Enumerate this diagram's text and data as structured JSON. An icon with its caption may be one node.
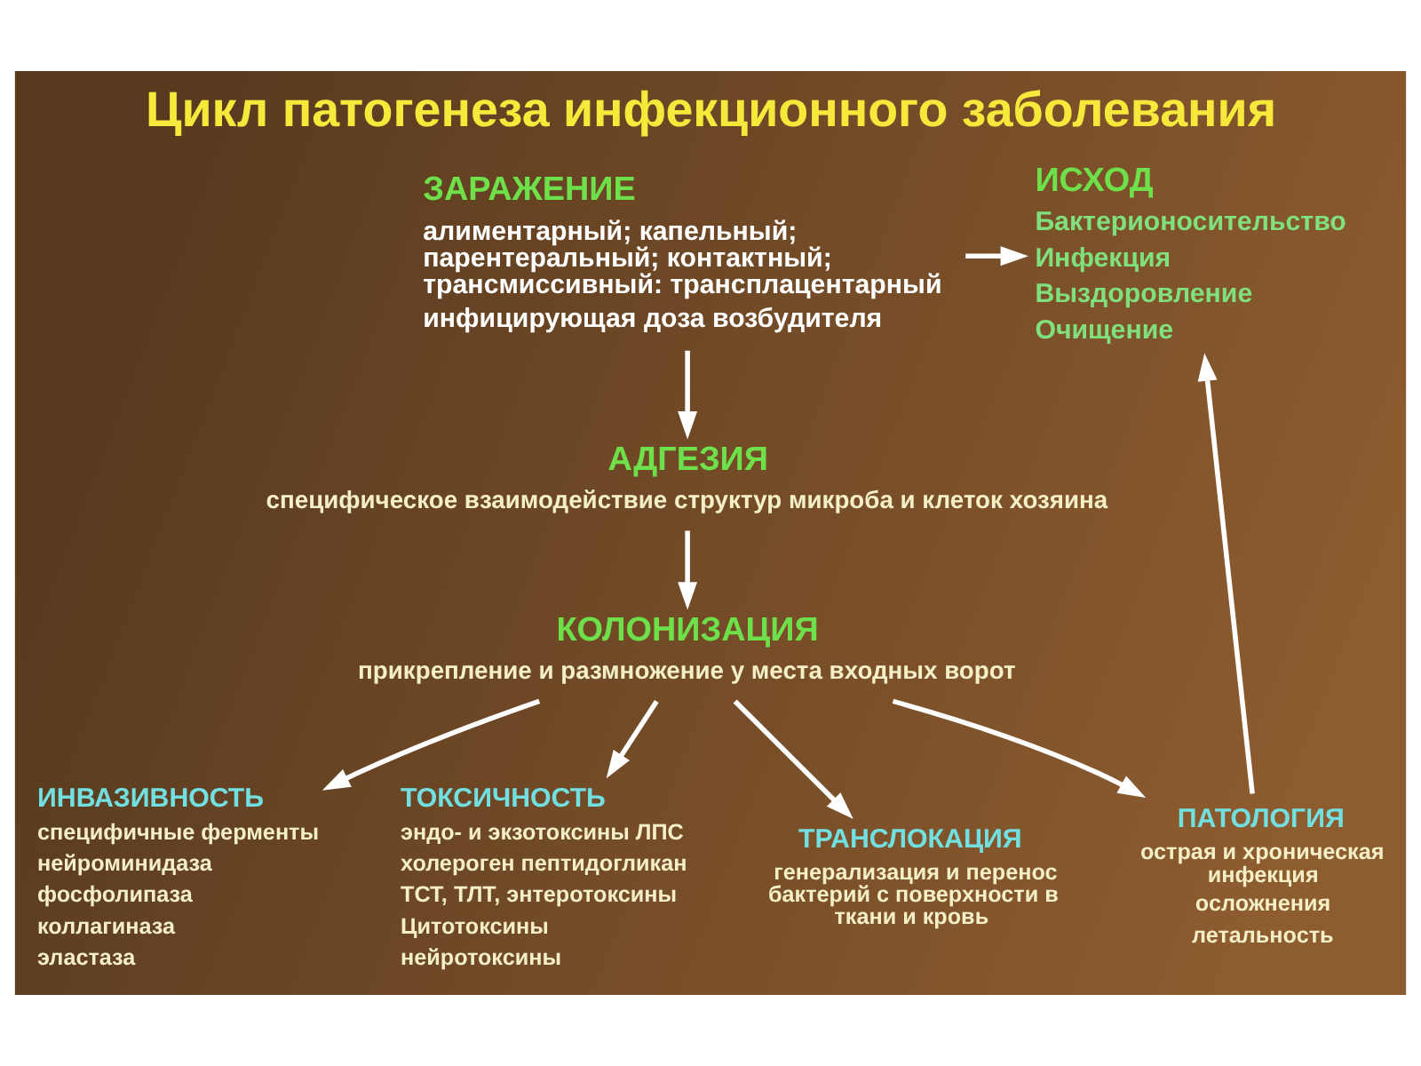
{
  "diagram": {
    "title": "Цикл патогенеза инфекционного заболевания",
    "nodes": [
      {
        "text": [
          "ЗАРАЖЕНИЕ",
          "алиментарный; капельный; парентеральный; контактный; трансмиссивный: трансплацентарный",
          "инфицирующая доза возбудителя"
        ]
      },
      {
        "text": [
          "ИСХОД",
          "Бактерионосительство",
          "Инфекция",
          "Выздоровление",
          "Очищение"
        ]
      },
      {
        "text": [
          "АДГЕЗИЯ",
          "специфическое взаимодействие структур микроба и клеток хозяина"
        ]
      },
      {
        "text": [
          "КОЛОНИЗАЦИЯ",
          "прикрепление и размножение у места входных ворот"
        ]
      },
      {
        "text": [
          "ИНВАЗИВНОСТЬ",
          "специфичные ферменты",
          "нейроминидаза",
          "фосфолипаза",
          "коллагиназа",
          "эластаза"
        ]
      },
      {
        "text": [
          "ТОКСИЧНОСТЬ",
          "эндо- и экзотоксины ЛПС",
          "холероген пептидогликан",
          "ТСТ, ТЛТ, энтеротоксины",
          "Цитотоксины",
          "нейротоксины"
        ]
      },
      {
        "text": [
          "ТРАНСЛОКАЦИЯ",
          "генерализация и перенос бактерий с поверхности в ткани и кровь"
        ]
      },
      {
        "text": [
          "ПАТОЛОГИЯ",
          "острая и хроническая инфекция",
          "осложнения",
          "летальность"
        ]
      }
    ],
    "edges": [
      {
        "from": 0,
        "to": 1,
        "arrow": "to"
      },
      {
        "from": 0,
        "to": 2,
        "arrow": "to"
      },
      {
        "from": 2,
        "to": 3,
        "arrow": "to"
      },
      {
        "from": 3,
        "to": 4,
        "arrow": "to"
      },
      {
        "from": 3,
        "to": 5,
        "arrow": "to"
      },
      {
        "from": 3,
        "to": 6,
        "arrow": "to"
      },
      {
        "from": 3,
        "to": 7,
        "arrow": "to"
      },
      {
        "from": 7,
        "to": 1,
        "arrow": "to"
      }
    ]
  }
}
